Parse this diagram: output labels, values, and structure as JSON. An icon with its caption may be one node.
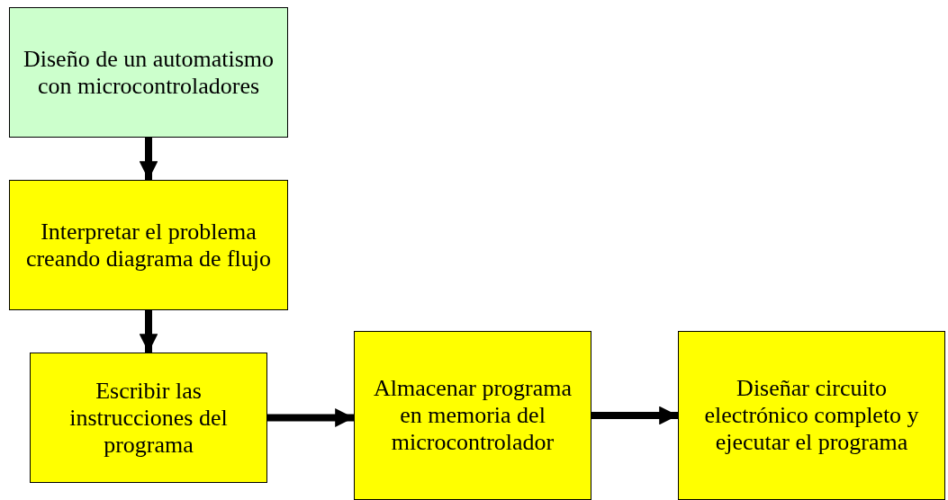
{
  "diagram": {
    "nodes": [
      {
        "text": [
          "Diseño de un automatismo con microcontroladores"
        ]
      },
      {
        "text": [
          "Interpretar el problema creando diagrama de flujo"
        ]
      },
      {
        "text": [
          "Escribir las instrucciones del programa"
        ]
      },
      {
        "text": [
          "Almacenar programa en memoria del microcontrolador"
        ]
      },
      {
        "text": [
          "Diseñar circuito electrónico completo y ejecutar el programa"
        ]
      }
    ],
    "edges": [
      {
        "from": 0,
        "to": 1,
        "arrow": "to"
      },
      {
        "from": 1,
        "to": 2,
        "arrow": "to"
      },
      {
        "from": 2,
        "to": 3,
        "arrow": "to"
      },
      {
        "from": 3,
        "to": 4,
        "arrow": "to"
      }
    ]
  }
}
